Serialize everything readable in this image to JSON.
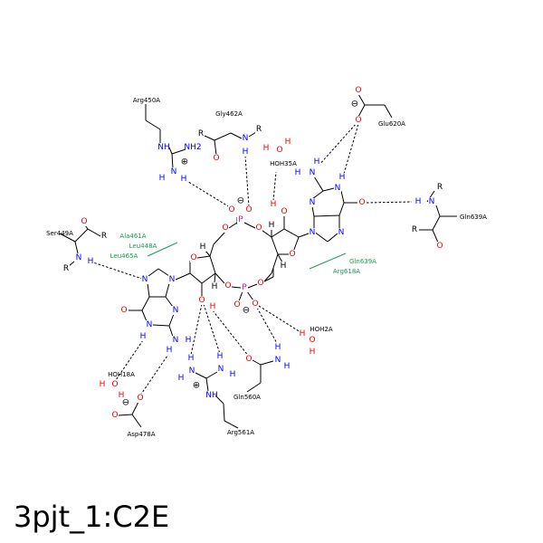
{
  "title": "3pjt_1:C2E",
  "atoms": {
    "O": "O",
    "N": "N",
    "H": "H",
    "P": "P",
    "R": "R",
    "NH": "NH",
    "NH2": "NH2",
    "plus": "⊕",
    "minus": "⊖"
  },
  "residues": {
    "arg450": "Arg450A",
    "gly462": "Gly462A",
    "hoh35": "HOH35A",
    "glu620": "Glu620A",
    "ser449": "Ser449A",
    "gln639": "Gln639A",
    "hoh2": "HOH2A",
    "hoh18": "HOH18A",
    "asp478": "Asp478A",
    "gln560": "Gln560A",
    "arg561": "Arg561A"
  },
  "hydrophobic": {
    "left": [
      "Ala461A",
      "Leu448A",
      "Leu465A"
    ],
    "right": [
      "Gln639A",
      "Arg618A"
    ]
  },
  "colors": {
    "oxygen": "#f00000",
    "nitrogen": "#0000ff",
    "phosphorus": "#d01090",
    "hydrophobic": "#1a9a50"
  }
}
